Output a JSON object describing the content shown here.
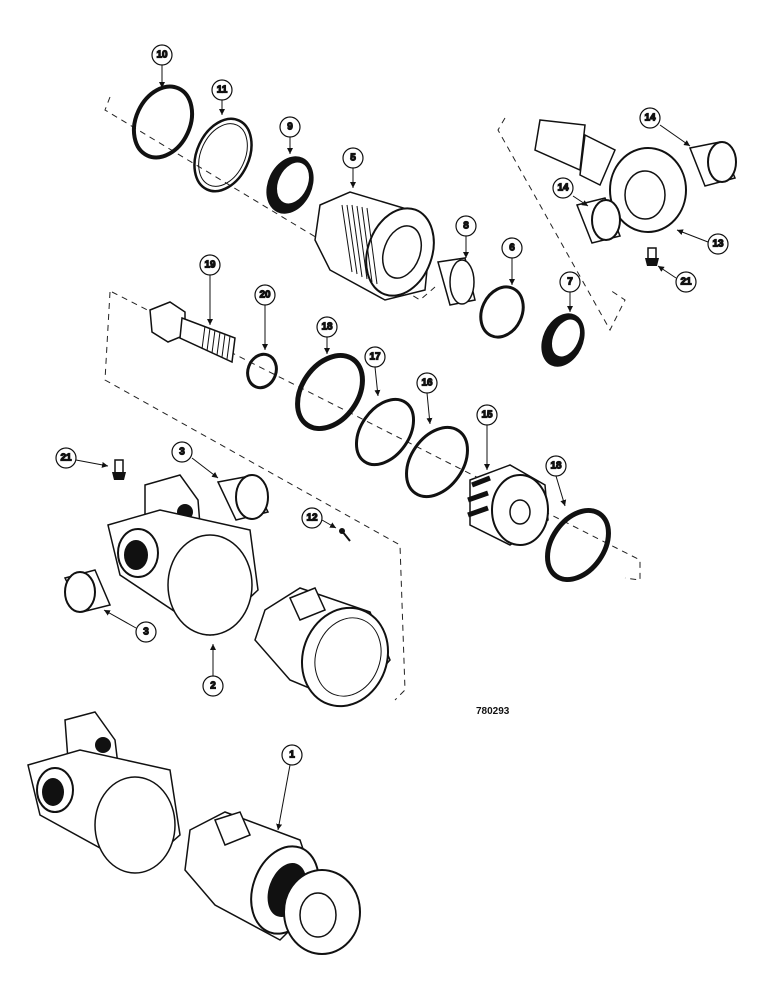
{
  "figure_number": "780293",
  "callouts": [
    {
      "id": "c10",
      "label": "10"
    },
    {
      "id": "c11",
      "label": "11"
    },
    {
      "id": "c9",
      "label": "9"
    },
    {
      "id": "c5",
      "label": "5"
    },
    {
      "id": "c8",
      "label": "8"
    },
    {
      "id": "c6",
      "label": "6"
    },
    {
      "id": "c7",
      "label": "7"
    },
    {
      "id": "c14a",
      "label": "14"
    },
    {
      "id": "c14b",
      "label": "14"
    },
    {
      "id": "c13",
      "label": "13"
    },
    {
      "id": "c21a",
      "label": "21"
    },
    {
      "id": "c19",
      "label": "19"
    },
    {
      "id": "c20",
      "label": "20"
    },
    {
      "id": "c18a",
      "label": "18"
    },
    {
      "id": "c17",
      "label": "17"
    },
    {
      "id": "c16",
      "label": "16"
    },
    {
      "id": "c15",
      "label": "15"
    },
    {
      "id": "c18b",
      "label": "18"
    },
    {
      "id": "c21b",
      "label": "21"
    },
    {
      "id": "c3a",
      "label": "3"
    },
    {
      "id": "c12",
      "label": "12"
    },
    {
      "id": "c3b",
      "label": "3"
    },
    {
      "id": "c2",
      "label": "2"
    },
    {
      "id": "c1",
      "label": "1"
    }
  ]
}
